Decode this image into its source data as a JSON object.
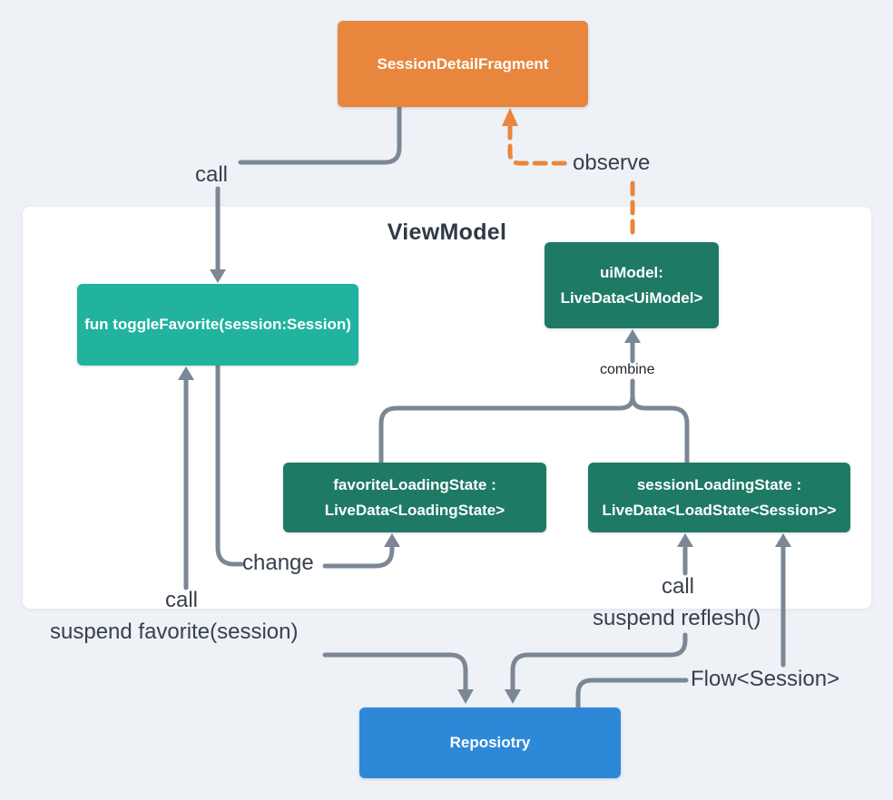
{
  "diagram_title": "ViewModel",
  "colors": {
    "background": "#EEF1F5",
    "panel": "#FFFFFF",
    "fragment_orange": "#E8863E",
    "toggle_teal": "#21B39E",
    "livedata_green": "#1E7A64",
    "repository_blue": "#2D89D8",
    "wire_gray": "#7B8794",
    "observe_orange": "#E8863E",
    "label_text": "#36414D"
  },
  "nodes": {
    "fragment": {
      "label": "SessionDetailFragment"
    },
    "toggle": {
      "label": "fun toggleFavorite(session:Session)"
    },
    "ui_model": {
      "line1": "uiModel:",
      "line2": "LiveData<UiModel>"
    },
    "favorite_state": {
      "line1": "favoriteLoadingState :",
      "line2": "LiveData<LoadingState>"
    },
    "session_state": {
      "line1": "sessionLoadingState :",
      "line2": "LiveData<LoadState<Session>>"
    },
    "repository": {
      "label": "Reposiotry"
    }
  },
  "edge_labels": {
    "call_top": "call",
    "observe": "observe",
    "combine": "combine",
    "change": "change",
    "call_left": "call",
    "suspend_favorite": "suspend favorite(session)",
    "call_right": "call",
    "suspend_reflesh": "suspend reflesh()",
    "flow_session": "Flow<Session>"
  }
}
